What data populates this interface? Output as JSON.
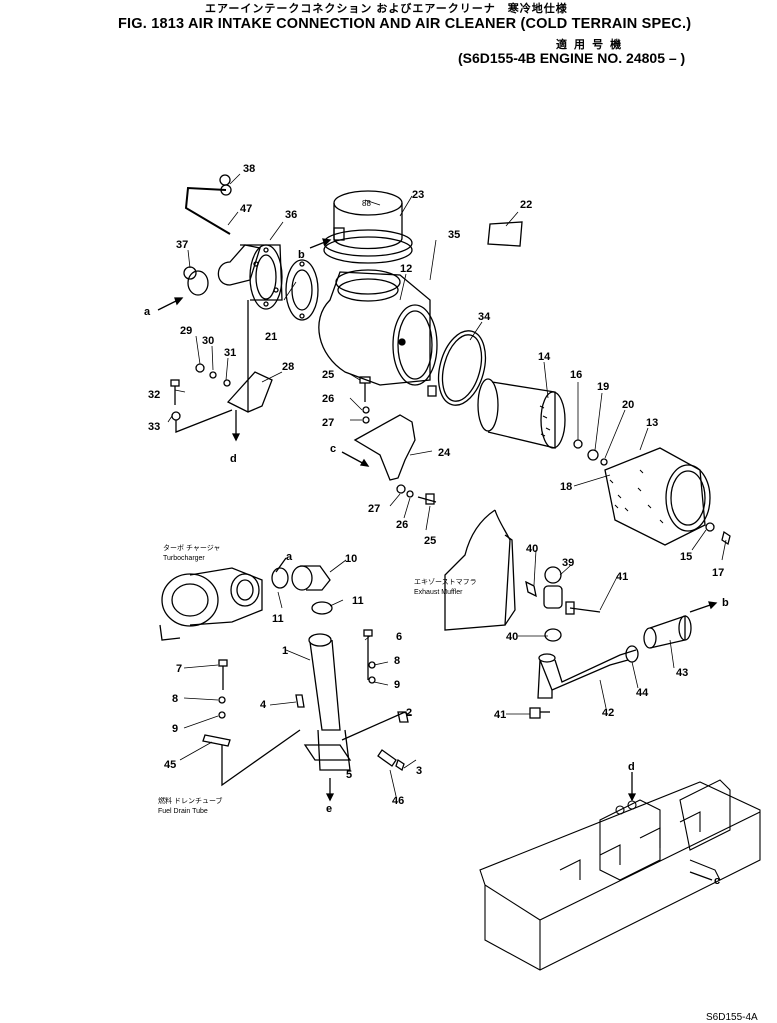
{
  "header": {
    "title_jp": "エアーインテークコネクション およびエアークリーナ　寒冷地仕様",
    "title": "FIG. 1813 AIR INTAKE CONNECTION AND AIR CLEANER (COLD TERRAIN SPEC.)",
    "serial_jp": "適 用 号 機",
    "serial": "(S6D155-4B  ENGINE NO. 24805 – )"
  },
  "annotations": {
    "turbo_jp": "ターボ チャージャ",
    "turbo": "Turbocharger",
    "muffler_jp": "エキゾーストマフラ",
    "muffler": "Exhaust Muffler",
    "fuel_jp": "燃料 ドレンチューブ",
    "fuel": "Fuel Drain Tube"
  },
  "callouts": {
    "n1": "1",
    "n2": "2",
    "n3": "3",
    "n4": "4",
    "n5": "5",
    "n6": "6",
    "n7": "7",
    "n8a": "8",
    "n8b": "8",
    "n9a": "9",
    "n9b": "9",
    "n10": "10",
    "n11a": "11",
    "n11b": "11",
    "n12": "12",
    "n13": "13",
    "n14": "14",
    "n15": "15",
    "n16": "16",
    "n17": "17",
    "n18": "18",
    "n19": "19",
    "n20": "20",
    "n21": "21",
    "n22": "22",
    "n23": "23",
    "n24": "24",
    "n25a": "25",
    "n25b": "25",
    "n26a": "26",
    "n26b": "26",
    "n27a": "27",
    "n27b": "27",
    "n28": "28",
    "n29": "29",
    "n30": "30",
    "n31": "31",
    "n32": "32",
    "n33": "33",
    "n34": "34",
    "n35": "35",
    "n36": "36",
    "n37": "37",
    "n38": "38",
    "n39": "39",
    "n40a": "40",
    "n40b": "40",
    "n41a": "41",
    "n41b": "41",
    "n42": "42",
    "n43": "43",
    "n44": "44",
    "n45": "45",
    "n46": "46",
    "n47": "47",
    "a1": "a",
    "a2": "a",
    "b1": "b",
    "b2": "b",
    "c1": "c",
    "c2": "c",
    "d1": "d",
    "d2": "d",
    "e1": "e"
  },
  "footer": {
    "code": "S6D155-4A"
  }
}
